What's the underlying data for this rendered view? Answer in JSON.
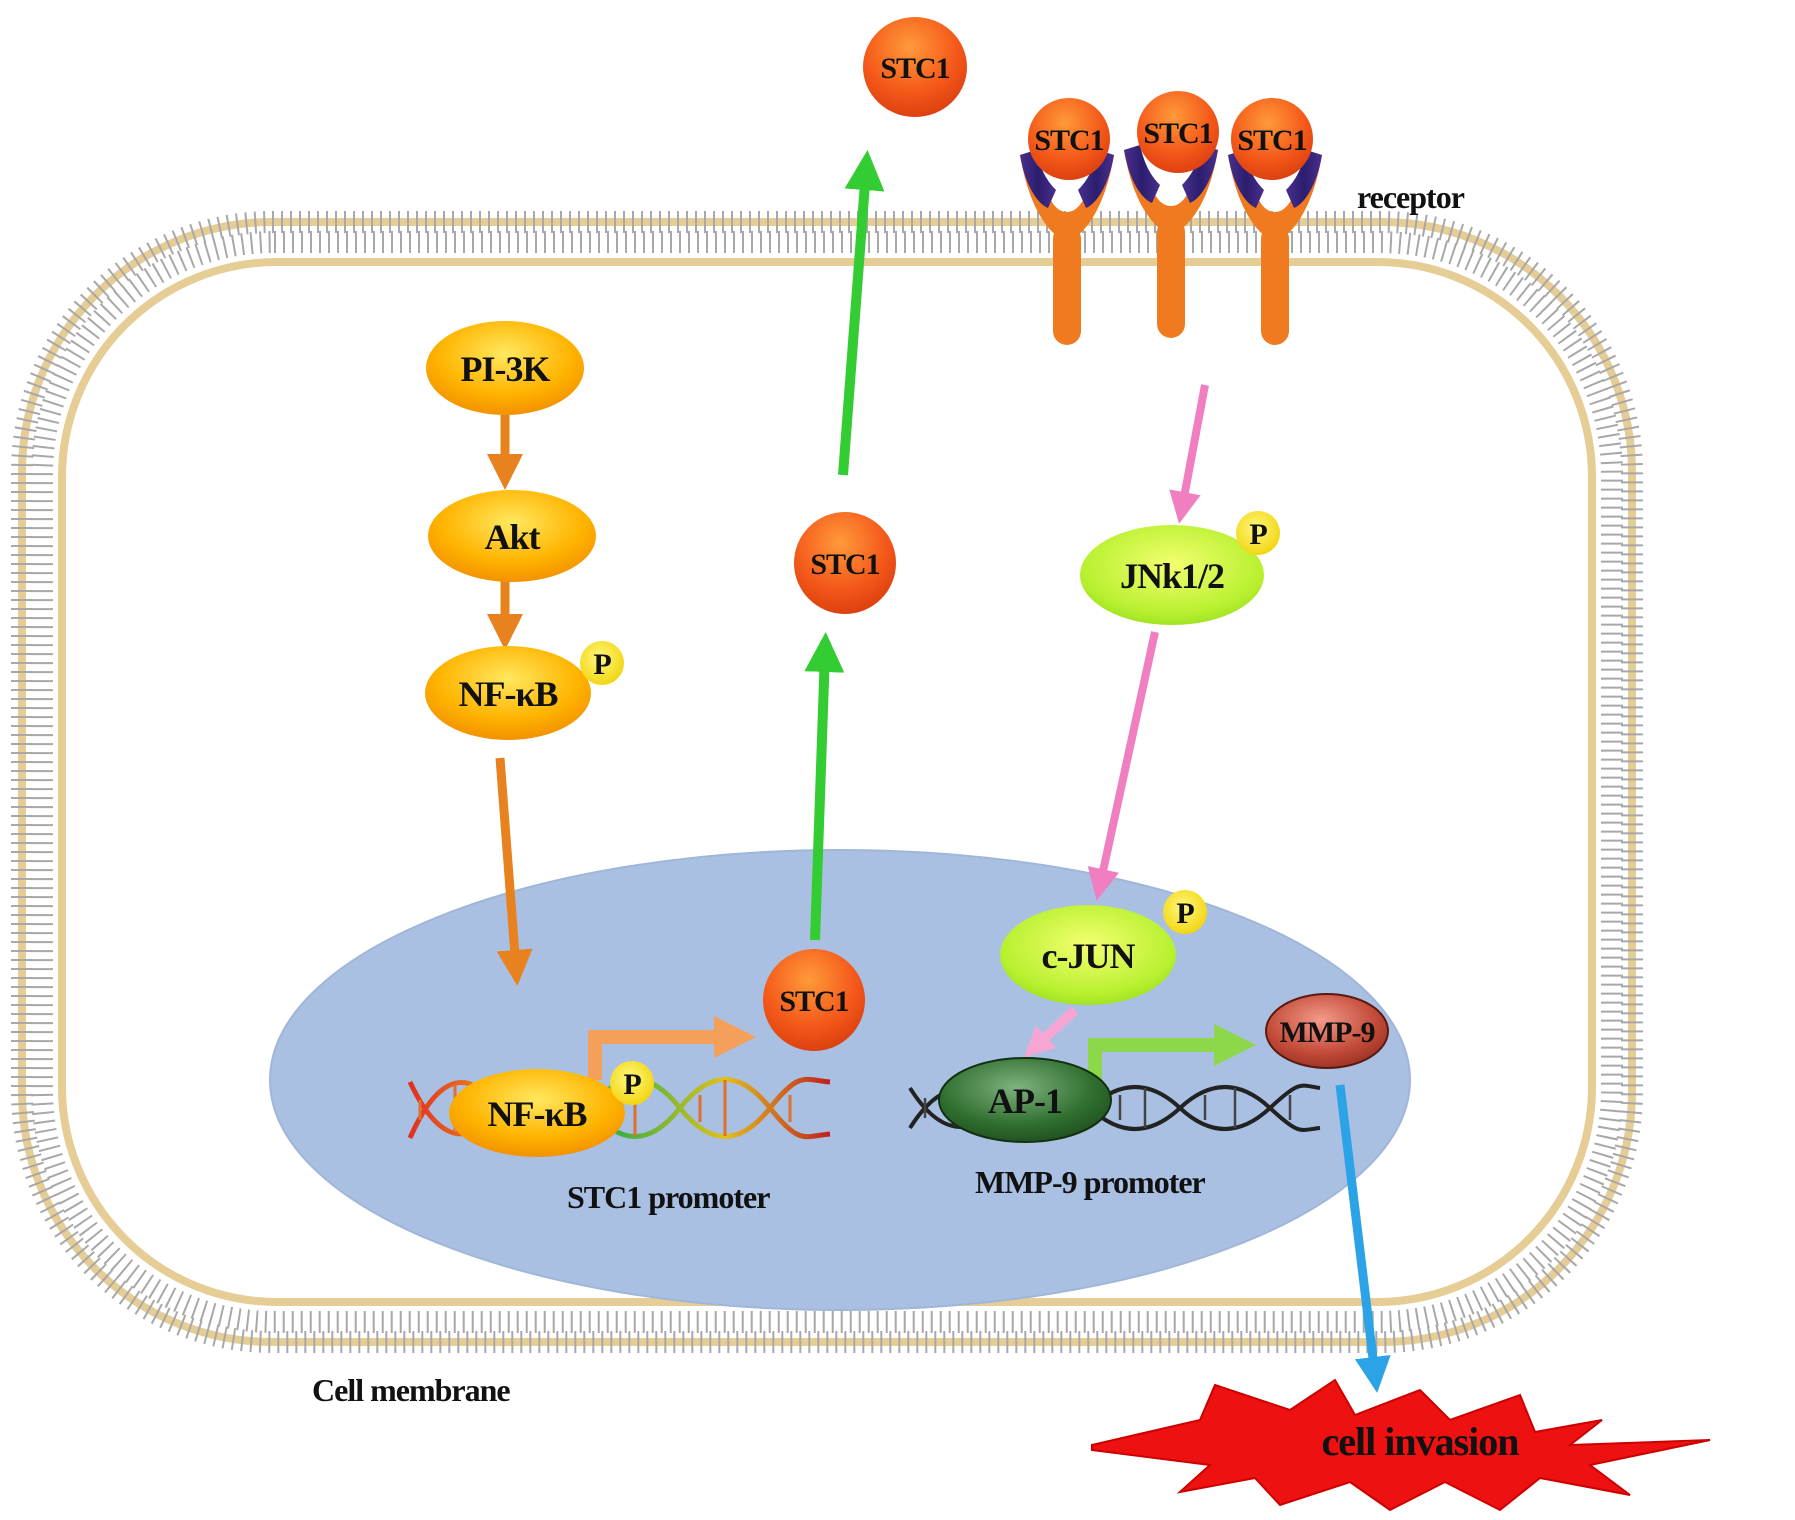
{
  "nodes": {
    "pi3k": "PI-3K",
    "akt": "Akt",
    "nfkb_cyto": "NF-κB",
    "nfkb_nucleus": "NF-κB",
    "stc1_nucleus": "STC1",
    "stc1_cyto": "STC1",
    "stc1_secreted": "STC1",
    "stc1_receptor_1": "STC1",
    "stc1_receptor_2": "STC1",
    "stc1_receptor_3": "STC1",
    "jnk": "JNk1/2",
    "cjun": "c-JUN",
    "ap1": "AP-1",
    "mmp9": "MMP-9"
  },
  "phospho_label": "P",
  "labels": {
    "receptor": "receptor",
    "cell_membrane": "Cell membrane",
    "stc1_promoter": "STC1 promoter",
    "mmp9_promoter": "MMP-9 promoter",
    "cell_invasion": "cell invasion"
  },
  "colors": {
    "orange_arrow": "#E8821E",
    "green_arrow": "#33CC33",
    "pink_arrow": "#F07EC0",
    "blue_arrow": "#2BA3E6",
    "nucleus": "#A9C0E2",
    "membrane": "#E0C68E",
    "invasion_star": "#EE1111"
  }
}
